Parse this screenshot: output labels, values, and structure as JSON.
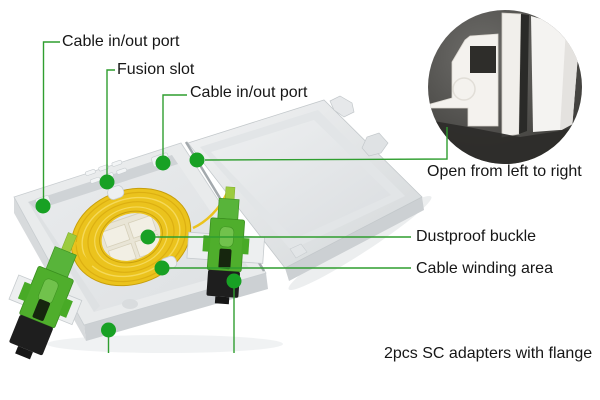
{
  "diagram": {
    "callouts": {
      "cable_in_out_port_left": "Cable in/out port",
      "fusion_slot": "Fusion slot",
      "cable_in_out_port_top": "Cable in/out port",
      "open_direction": "Open from left to right",
      "dustproof_buckle": "Dustproof buckle",
      "cable_winding_area": "Cable winding area",
      "sc_adapters": "2pcs SC adapters with flange"
    },
    "colors": {
      "callout_line": "#2f9e2f",
      "callout_dot": "#18a124",
      "label_text": "#161616",
      "fiber_yellow": "#ebc31d",
      "adapter_green": "#4fae2c",
      "connector_black": "#1e1e1e",
      "box_gray": "#e9ebec",
      "inset_background": "#3c3b39"
    }
  }
}
